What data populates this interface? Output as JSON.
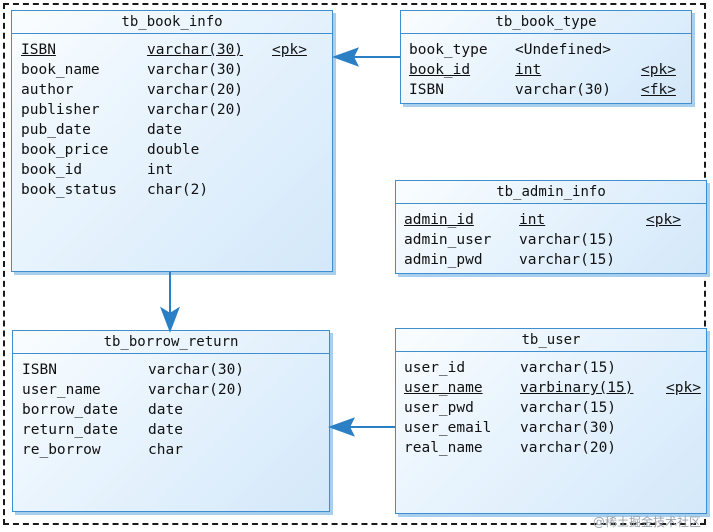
{
  "tables": {
    "book_info": {
      "name": "tb_book_info",
      "rows": [
        {
          "col": "ISBN",
          "type": "varchar(30)",
          "key": "<pk>",
          "pk": true
        },
        {
          "col": "book_name",
          "type": "varchar(30)",
          "key": ""
        },
        {
          "col": "author",
          "type": "varchar(20)",
          "key": ""
        },
        {
          "col": "publisher",
          "type": "varchar(20)",
          "key": ""
        },
        {
          "col": "pub_date",
          "type": "date",
          "key": ""
        },
        {
          "col": "book_price",
          "type": "double",
          "key": ""
        },
        {
          "col": "book_id",
          "type": "int",
          "key": ""
        },
        {
          "col": "book_status",
          "type": "char(2)",
          "key": ""
        }
      ]
    },
    "book_type": {
      "name": "tb_book_type",
      "rows": [
        {
          "col": "book_type",
          "type": "<Undefined>",
          "key": ""
        },
        {
          "col": "book_id",
          "type": "int",
          "key": "<pk>",
          "pk": true
        },
        {
          "col": "ISBN",
          "type": "varchar(30)",
          "key": "<fk>"
        }
      ]
    },
    "admin_info": {
      "name": "tb_admin_info",
      "rows": [
        {
          "col": "admin_id",
          "type": "int",
          "key": "<pk>",
          "pk": true
        },
        {
          "col": "admin_user",
          "type": "varchar(15)",
          "key": ""
        },
        {
          "col": "admin_pwd",
          "type": "varchar(15)",
          "key": ""
        }
      ]
    },
    "borrow_return": {
      "name": "tb_borrow_return",
      "rows": [
        {
          "col": "ISBN",
          "type": "varchar(30)",
          "key": ""
        },
        {
          "col": "user_name",
          "type": "varchar(20)",
          "key": ""
        },
        {
          "col": "borrow_date",
          "type": "date",
          "key": ""
        },
        {
          "col": "return_date",
          "type": "date",
          "key": ""
        },
        {
          "col": "re_borrow",
          "type": "char",
          "key": ""
        }
      ]
    },
    "user": {
      "name": "tb_user",
      "rows": [
        {
          "col": "user_id",
          "type": "varchar(15)",
          "key": ""
        },
        {
          "col": "user_name",
          "type": "varbinary(15)",
          "key": "<pk>",
          "pk": true
        },
        {
          "col": "user_pwd",
          "type": "varchar(15)",
          "key": ""
        },
        {
          "col": "user_email",
          "type": "varchar(30)",
          "key": ""
        },
        {
          "col": "real_name",
          "type": "varchar(20)",
          "key": ""
        }
      ]
    }
  },
  "watermark": "@稀土掘金技术社区",
  "colors": {
    "border": "#3f8fd0",
    "arrow": "#2b7fc4"
  }
}
